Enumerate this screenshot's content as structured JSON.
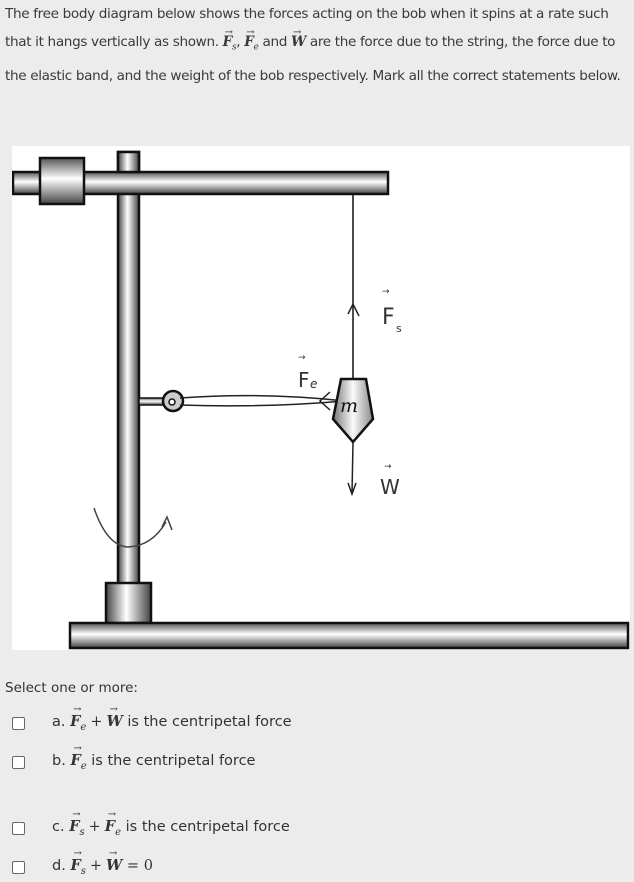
{
  "question": {
    "text_part1": "The free body diagram below shows the forces acting on the bob when it spins at a rate such that it hangs vertically as shown. ",
    "sym_fs": "F",
    "sym_fs_sub": "s",
    "sep1": ", ",
    "sym_fe": "F",
    "sym_fe_sub": "e",
    "sep2": " and ",
    "sym_w": "W",
    "text_part2": " are the force due to the string, the force due to the elastic band, and the weight of the bob respectively. Mark all the correct statements below.",
    "vec_arrow": "→"
  },
  "figure": {
    "labels": {
      "fs": "F",
      "fs_sub": "s",
      "fe": "F",
      "fe_sub": "e",
      "w": "W",
      "mass": "m",
      "arrow": "→"
    },
    "colors": {
      "background": "#ffffff",
      "outline": "#1a1a1a"
    }
  },
  "prompt": "Select one or more:",
  "options": [
    {
      "letter": "a.",
      "terms": [
        "F",
        "W"
      ],
      "subs": [
        "e",
        ""
      ],
      "op": "+",
      "suffix": " is the centripetal force",
      "checked": false
    },
    {
      "letter": "b.",
      "terms": [
        "F"
      ],
      "subs": [
        "e"
      ],
      "suffix": " is the centripetal force",
      "checked": false
    },
    {
      "letter": "c.",
      "terms": [
        "F",
        "F"
      ],
      "subs": [
        "s",
        "e"
      ],
      "op": "+",
      "suffix": " is the centripetal force",
      "checked": false
    },
    {
      "letter": "d.",
      "terms": [
        "F",
        "W"
      ],
      "subs": [
        "s",
        ""
      ],
      "op": "+",
      "suffix": " = 0",
      "checked": false
    }
  ]
}
